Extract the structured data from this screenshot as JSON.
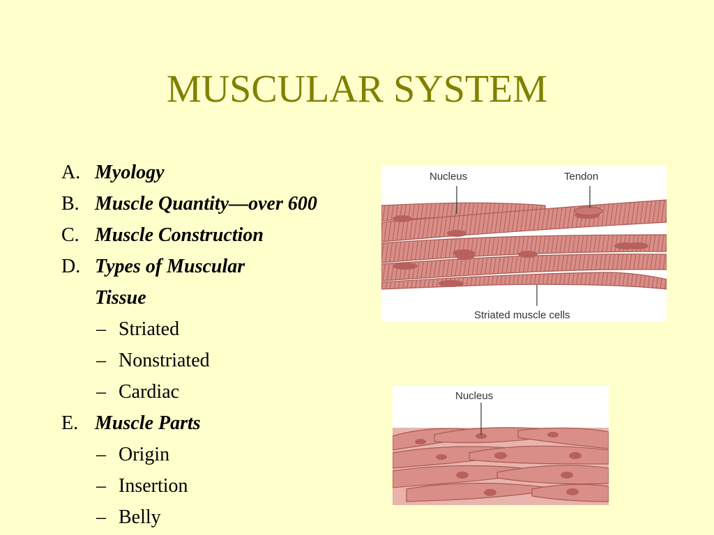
{
  "slide": {
    "title": "MUSCULAR SYSTEM",
    "outline": [
      {
        "letter": "A.",
        "text": "Myology"
      },
      {
        "letter": "B.",
        "text": "Muscle Quantity—over 600"
      },
      {
        "letter": "C.",
        "text": "Muscle Construction"
      },
      {
        "letter": "D.",
        "text": "Types of Muscular"
      },
      {
        "continuation": "Tissue"
      },
      {
        "sub": "Striated"
      },
      {
        "sub": "Nonstriated"
      },
      {
        "sub": "Cardiac"
      },
      {
        "letter": "E.",
        "text": "Muscle Parts"
      },
      {
        "sub": "Origin"
      },
      {
        "sub": "Insertion"
      },
      {
        "sub": "Belly"
      }
    ],
    "sub_marker": "–"
  },
  "figures": {
    "striated": {
      "label_nucleus": "Nucleus",
      "label_tendon": "Tendon",
      "label_cells": "Striated muscle cells"
    },
    "nonstriated": {
      "label_nucleus": "Nucleus"
    }
  },
  "colors": {
    "background": "#ffffcc",
    "title": "#808000",
    "muscle": "#d98f88",
    "nucleus": "#b8605c"
  }
}
